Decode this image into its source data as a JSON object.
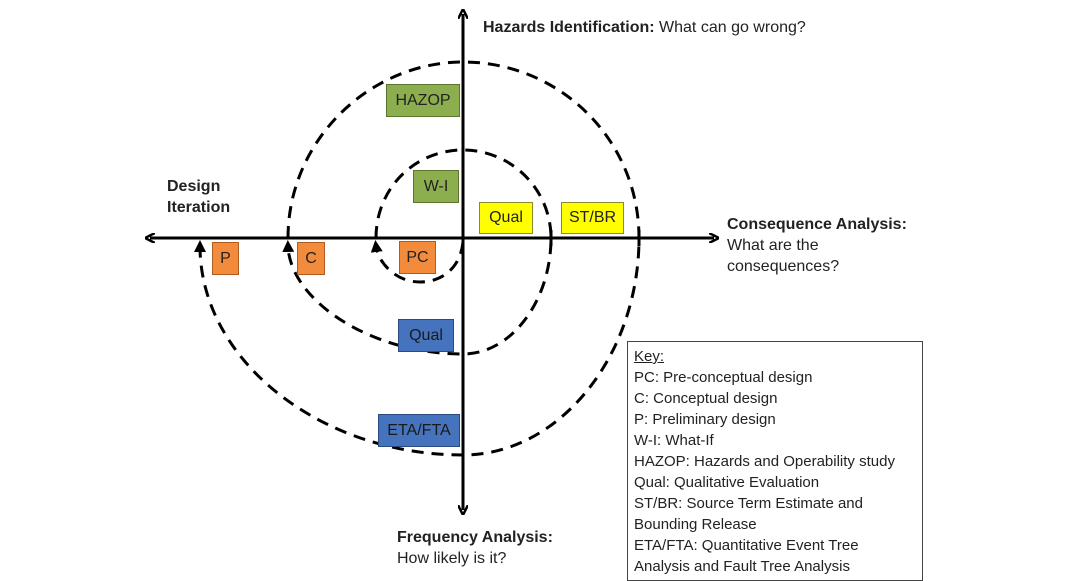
{
  "axes": {
    "top": {
      "title": "Hazards Identification:",
      "subtitle": "What can go wrong?"
    },
    "right": {
      "title": "Consequence Analysis:",
      "subtitle_line1": "What are the",
      "subtitle_line2": "consequences?"
    },
    "bottom": {
      "title": "Frequency Analysis:",
      "subtitle": "How likely is it?"
    },
    "left": {
      "line1": "Design",
      "line2": "Iteration"
    }
  },
  "boxes": {
    "hazop": "HAZOP",
    "wi": "W-I",
    "qual_yellow": "Qual",
    "stbr": "ST/BR",
    "pc": "PC",
    "c": "C",
    "p": "P",
    "qual_blue": "Qual",
    "etafta": "ETA/FTA"
  },
  "colors": {
    "hazards": "#8dae4e",
    "consequence": "#ffff00",
    "design": "#f28c3c",
    "frequency": "#4673bd"
  },
  "key": {
    "title": "Key:",
    "items": [
      "PC: Pre-conceptual design",
      "C: Conceptual design",
      "P: Preliminary design",
      "W-I: What-If",
      "HAZOP: Hazards and Operability study",
      "Qual: Qualitative Evaluation",
      "ST/BR: Source Term Estimate and",
      "Bounding Release",
      "ETA/FTA: Quantitative Event Tree",
      "Analysis and Fault Tree Analysis"
    ]
  }
}
